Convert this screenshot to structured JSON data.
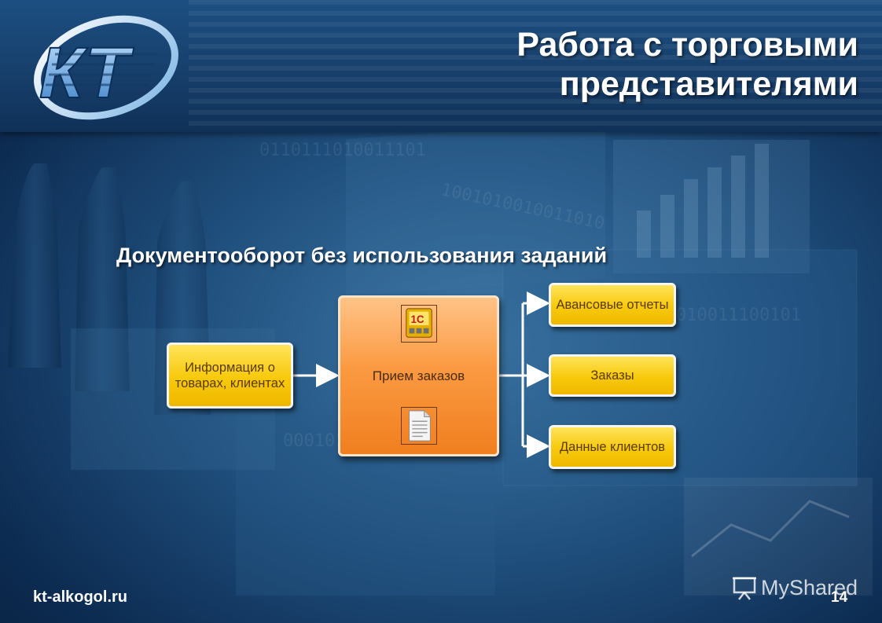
{
  "header": {
    "title_line1": "Работа с торговыми",
    "title_line2": "представителями",
    "logo_text": "КТ"
  },
  "subtitle": "Документооборот без использования заданий",
  "diagram": {
    "input_box": "Информация о товарах, клиентах",
    "center_box": "Прием заказов",
    "center_icons": [
      "1c-icon",
      "document-icon"
    ],
    "center_icon_label": "1С",
    "outputs": [
      "Авансовые отчеты",
      "Заказы",
      "Данные клиентов"
    ]
  },
  "footer": {
    "site": "kt-alkogol.ru",
    "page": "14",
    "watermark": "MyShared"
  },
  "colors": {
    "background": "#1f4e7c",
    "header": "#173f6b",
    "yellow_box": "#f7c90a",
    "orange_box": "#fb9a42"
  }
}
